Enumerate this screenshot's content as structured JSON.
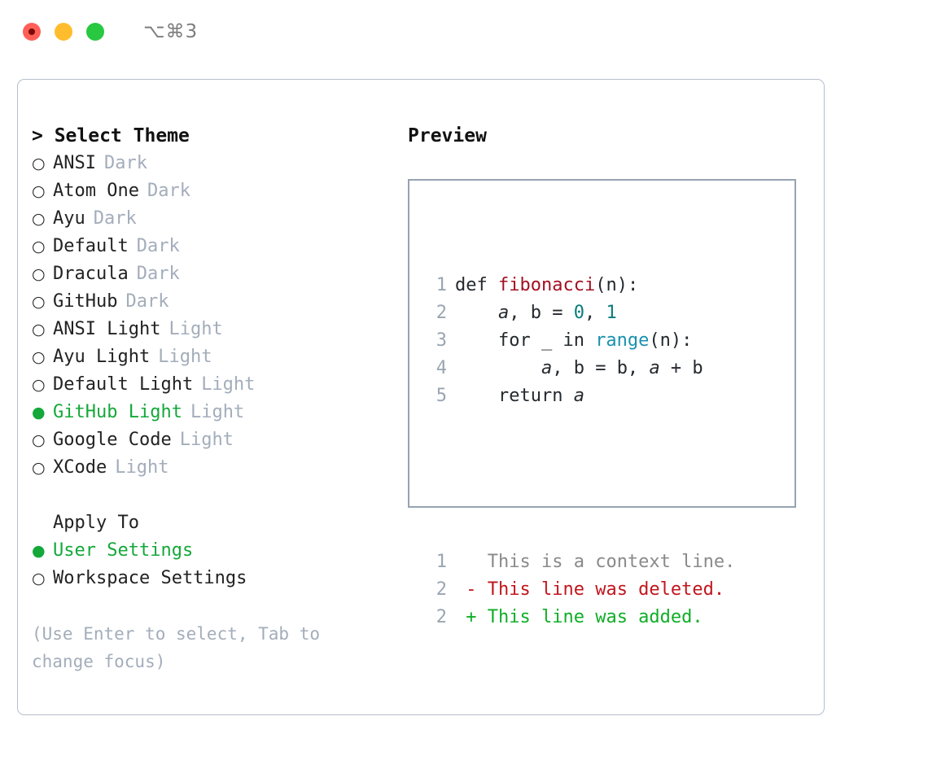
{
  "titlebar": {
    "shortcut": "⌥⌘3",
    "dots": [
      {
        "name": "close",
        "color": "#ff5f57"
      },
      {
        "name": "minimize",
        "color": "#ffbd2e"
      },
      {
        "name": "maximize",
        "color": "#28c840"
      }
    ]
  },
  "colors": {
    "accent_green": "#14a83a",
    "muted": "#a3adbb",
    "border": "#b6bfcc",
    "preview_border": "#97a3b2",
    "diff_delete": "#c0161d",
    "diff_add": "#0fae26"
  },
  "theme_list": {
    "header": "> Select Theme",
    "items": [
      {
        "bullet": "○",
        "label": "ANSI",
        "tag": "Dark",
        "selected": false
      },
      {
        "bullet": "○",
        "label": "Atom One",
        "tag": "Dark",
        "selected": false
      },
      {
        "bullet": "○",
        "label": "Ayu",
        "tag": "Dark",
        "selected": false
      },
      {
        "bullet": "○",
        "label": "Default",
        "tag": "Dark",
        "selected": false
      },
      {
        "bullet": "○",
        "label": "Dracula",
        "tag": "Dark",
        "selected": false
      },
      {
        "bullet": "○",
        "label": "GitHub",
        "tag": "Dark",
        "selected": false
      },
      {
        "bullet": "○",
        "label": "ANSI Light",
        "tag": "Light",
        "selected": false
      },
      {
        "bullet": "○",
        "label": "Ayu Light",
        "tag": "Light",
        "selected": false
      },
      {
        "bullet": "○",
        "label": "Default Light",
        "tag": "Light",
        "selected": false
      },
      {
        "bullet": "●",
        "label": "GitHub Light",
        "tag": "Light",
        "selected": true
      },
      {
        "bullet": "○",
        "label": "Google Code",
        "tag": "Light",
        "selected": false
      },
      {
        "bullet": "○",
        "label": "XCode",
        "tag": "Light",
        "selected": false
      }
    ]
  },
  "apply_to": {
    "header": "Apply To",
    "items": [
      {
        "bullet": "●",
        "label": "User Settings",
        "selected": true
      },
      {
        "bullet": "○",
        "label": "Workspace Settings",
        "selected": false
      }
    ]
  },
  "hint": "(Use Enter to select, Tab to change focus)",
  "preview": {
    "title": "Preview",
    "code_lines": [
      {
        "num": "1",
        "tokens": [
          {
            "text": "def ",
            "style": "kw"
          },
          {
            "text": "fibonacci",
            "style": "fn"
          },
          {
            "text": "(n):",
            "style": "plain"
          }
        ]
      },
      {
        "num": "2",
        "tokens": [
          {
            "text": "    ",
            "style": "plain"
          },
          {
            "text": "a",
            "style": "var"
          },
          {
            "text": ", b = ",
            "style": "plain"
          },
          {
            "text": "0",
            "style": "num"
          },
          {
            "text": ", ",
            "style": "plain"
          },
          {
            "text": "1",
            "style": "num"
          }
        ]
      },
      {
        "num": "3",
        "tokens": [
          {
            "text": "    for _ in ",
            "style": "plain"
          },
          {
            "text": "range",
            "style": "call"
          },
          {
            "text": "(n):",
            "style": "plain"
          }
        ]
      },
      {
        "num": "4",
        "tokens": [
          {
            "text": "        ",
            "style": "plain"
          },
          {
            "text": "a",
            "style": "var"
          },
          {
            "text": ", b = b, ",
            "style": "plain"
          },
          {
            "text": "a",
            "style": "var"
          },
          {
            "text": " + b",
            "style": "plain"
          }
        ]
      },
      {
        "num": "5",
        "tokens": [
          {
            "text": "    return ",
            "style": "plain"
          },
          {
            "text": "a",
            "style": "var"
          }
        ]
      }
    ],
    "diff_lines": [
      {
        "num": "1",
        "marker": " ",
        "text": "This is a context line.",
        "style": "ctx"
      },
      {
        "num": "2",
        "marker": "-",
        "text": "This line was deleted.",
        "style": "del"
      },
      {
        "num": "2",
        "marker": "+",
        "text": "This line was added.",
        "style": "add"
      }
    ]
  }
}
